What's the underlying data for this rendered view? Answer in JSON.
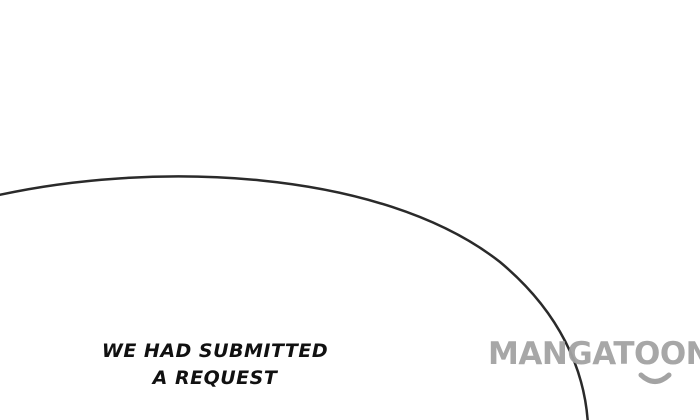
{
  "caption": {
    "line1": "WE HAD SUBMITTED",
    "line2": "A REQUEST"
  },
  "watermark": {
    "text": "MANGATOON"
  },
  "colors": {
    "line": "#2a2a2a",
    "watermark": "#a3a3a3"
  }
}
